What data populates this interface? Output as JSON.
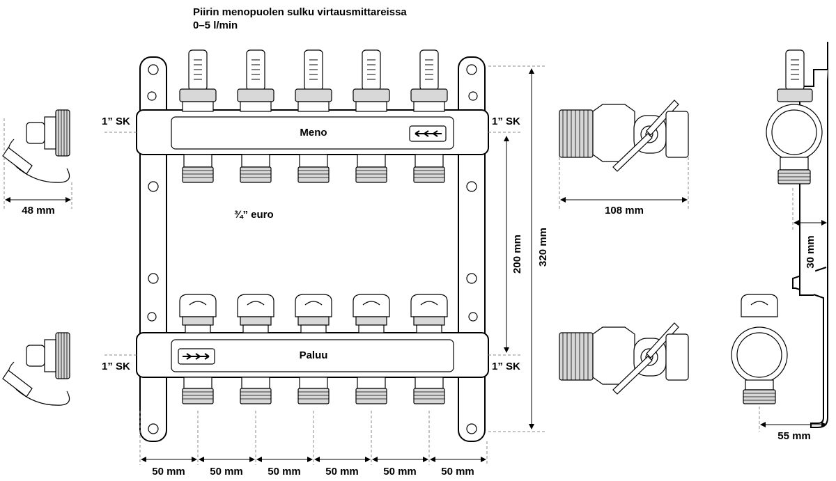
{
  "header": {
    "line1": "Piirin menopuolen sulku virtausmittareissa",
    "line2": "0–5 l/min"
  },
  "manifold": {
    "supply_label": "Meno",
    "return_label": "Paluu",
    "connection_label": "1” SK",
    "outlet_label": "¾” euro"
  },
  "dimensions": {
    "spacing": [
      "50 mm",
      "50 mm",
      "50 mm",
      "50 mm",
      "50 mm",
      "50 mm"
    ],
    "bar_distance": "200 mm",
    "total_height": "320 mm",
    "plug_width": "48 mm",
    "valve_length": "108 mm",
    "side_offset_top": "30 mm",
    "side_offset_bottom": "55 mm"
  }
}
